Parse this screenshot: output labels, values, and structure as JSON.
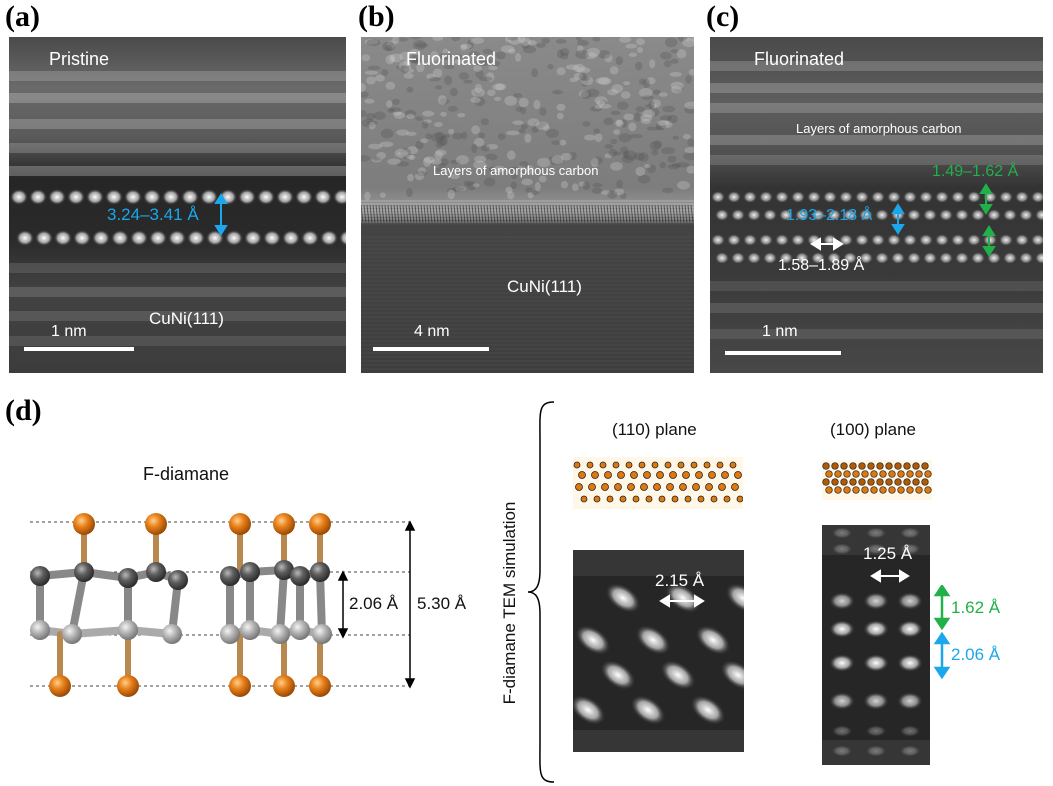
{
  "panels": {
    "a": {
      "letter": "(a)",
      "state": "Pristine",
      "spacing": "3.24–3.41 Å",
      "substrate": "CuNi(111)",
      "scale": "1 nm"
    },
    "b": {
      "letter": "(b)",
      "state": "Fluorinated",
      "layers": "Layers of amorphous carbon",
      "substrate": "CuNi(111)",
      "scale": "4 nm"
    },
    "c": {
      "letter": "(c)",
      "state": "Fluorinated",
      "layers": "Layers of amorphous carbon",
      "spacing_green": "1.49–1.62 Å",
      "spacing_cyan": "1.93–2.18 Å",
      "spacing_white": "1.58–1.89 Å",
      "scale": "1 nm"
    },
    "d": {
      "letter": "(d)",
      "structure_title": "F-diamane",
      "inner_spacing": "2.06 Å",
      "total_thickness": "5.30 Å",
      "simulation_label": "F-diamane TEM simulation",
      "plane_110": {
        "title": "(110) plane",
        "spacing": "2.15 Å"
      },
      "plane_100": {
        "title": "(100) plane",
        "spacing_white": "1.25 Å",
        "spacing_green": "1.62 Å",
        "spacing_cyan": "2.06 Å"
      }
    }
  },
  "colors": {
    "cyan": "#1aa7ec",
    "green": "#22b04a",
    "fluorine_atom": "#e07810",
    "carbon_dark": "#5a5a5a",
    "carbon_light": "#b5b5b5"
  }
}
